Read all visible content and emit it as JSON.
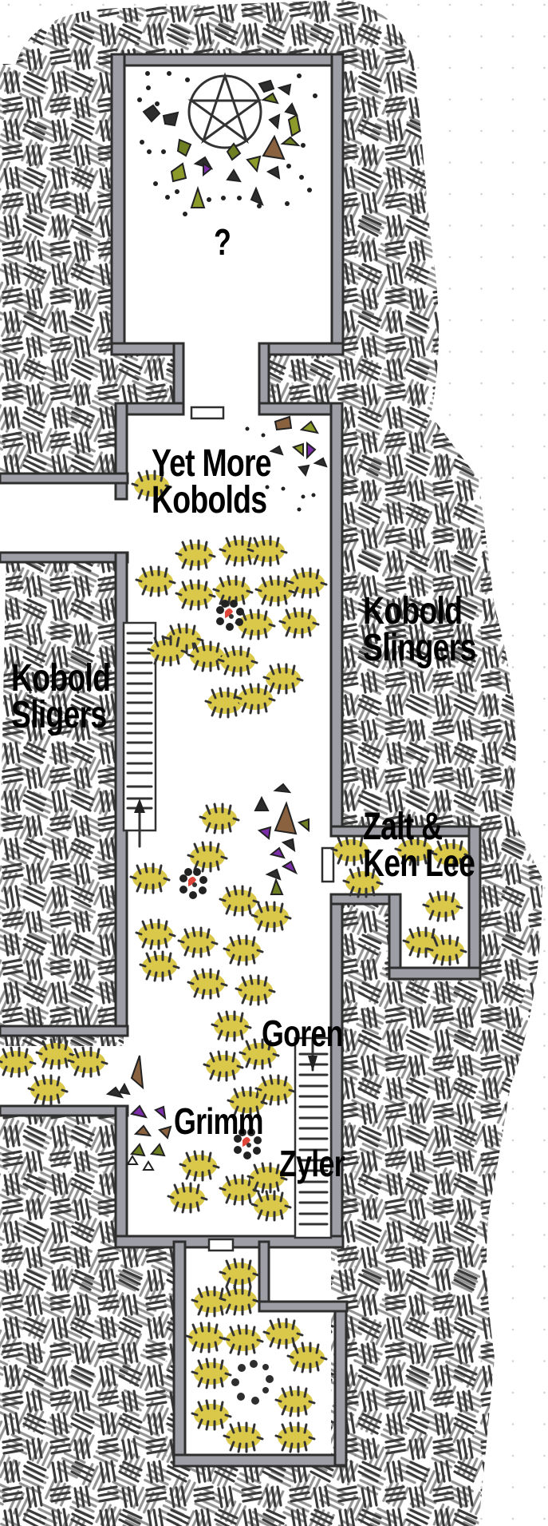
{
  "map": {
    "style": "hand-drawn dungeon map on dot-grid paper",
    "colors": {
      "paper": "#ffffff",
      "grid_dot": "#cfcfcf",
      "rock_hatch": "#3a3a3a",
      "wall_fill": "#9d9ea6",
      "wall_outline": "#2e2e2e",
      "kobold_fill": "#d9c84a",
      "kobold_outline": "#333333",
      "hero_accent": "#e0453a",
      "rubble_green": "#8c9a2a",
      "rubble_brown": "#8a6240",
      "rubble_purple": "#7b2ea8",
      "label_text": "#000000"
    },
    "labels": {
      "mystery_room": "?",
      "yet_more_kobolds": [
        "Yet More",
        "Kobolds"
      ],
      "kobold_slingers_right": [
        "Kobold",
        "Slingers"
      ],
      "kobold_sligers_left": [
        "Kobold",
        "Sligers"
      ],
      "zalt_ken_lee": [
        "Zalt &",
        "Ken Lee"
      ],
      "goren": "Goren",
      "grimm": "Grimm",
      "zyler": "Zyler"
    },
    "rooms": [
      {
        "name": "pentagram-room",
        "feature": "pentagram with rubble"
      },
      {
        "name": "main-hall",
        "feature": "kobold horde"
      },
      {
        "name": "side-alcove",
        "feature": "kobolds"
      },
      {
        "name": "south-room",
        "feature": "kobold ring around stones"
      }
    ]
  }
}
